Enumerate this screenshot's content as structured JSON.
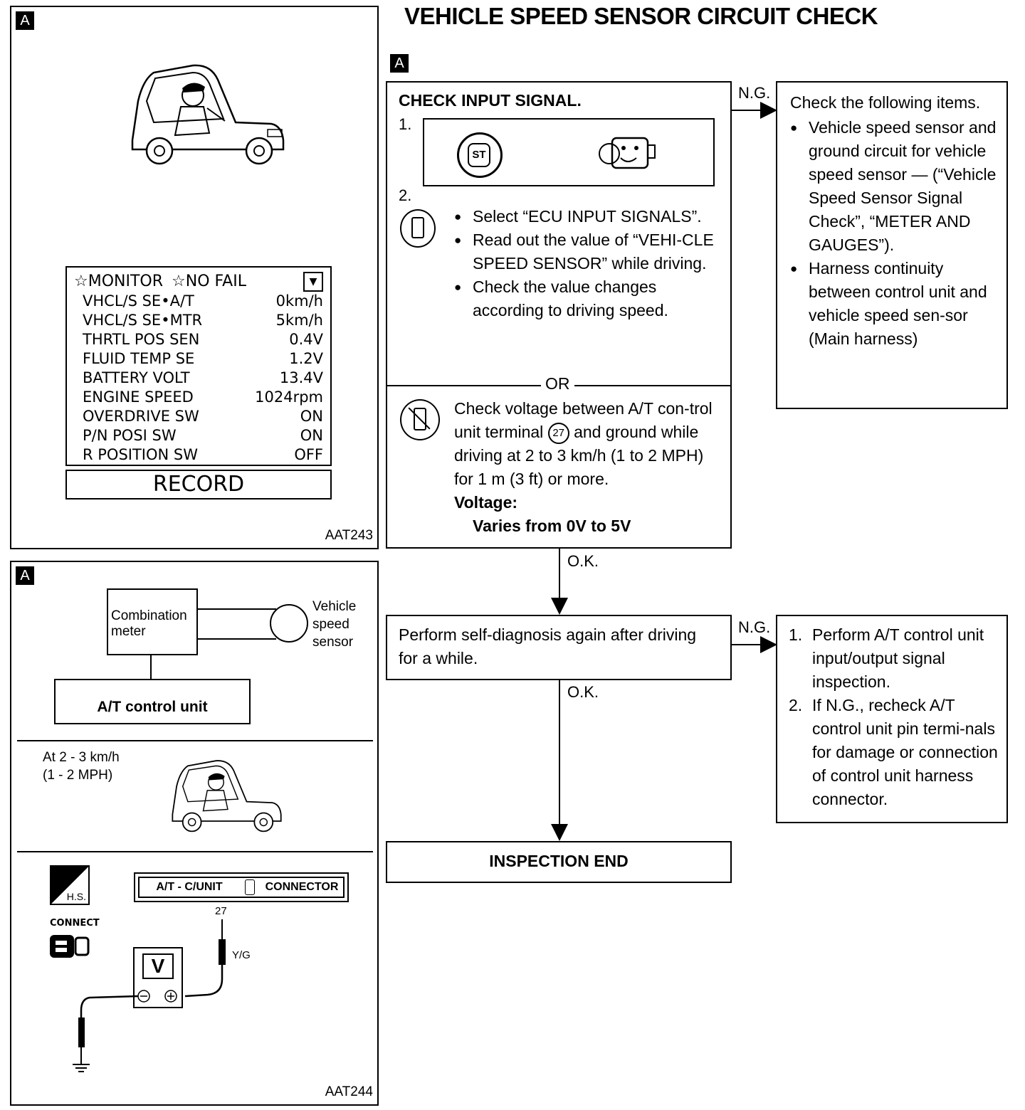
{
  "title": "VEHICLE SPEED SENSOR CIRCUIT CHECK",
  "section_tag": "A",
  "panel1": {
    "tag": "A",
    "code": "AAT243",
    "monitor": {
      "header_monitor": "MONITOR",
      "header_status": "NO FAIL",
      "rows": [
        {
          "label": "VHCL/S SE•A/T",
          "value": "0km/h"
        },
        {
          "label": "VHCL/S SE•MTR",
          "value": "5km/h"
        },
        {
          "label": "THRTL POS SEN",
          "value": "0.4V"
        },
        {
          "label": "FLUID TEMP SE",
          "value": "1.2V"
        },
        {
          "label": "BATTERY VOLT",
          "value": "13.4V"
        },
        {
          "label": "ENGINE SPEED",
          "value": "1024rpm"
        },
        {
          "label": "OVERDRIVE SW",
          "value": "ON"
        },
        {
          "label": "P/N POSI SW",
          "value": "ON"
        },
        {
          "label": "R POSITION SW",
          "value": "OFF"
        }
      ],
      "record_label": "RECORD"
    }
  },
  "panel2": {
    "tag": "A",
    "code": "AAT244",
    "combination_meter_line1": "Combination",
    "combination_meter_line2": "meter",
    "sensor_line1": "Vehicle",
    "sensor_line2": "speed",
    "sensor_line3": "sensor",
    "terminal": "27",
    "control_unit": "A/T control unit",
    "speed_line1": "At 2 - 3 km/h",
    "speed_line2": "(1 - 2 MPH)",
    "hs_icon_text": "H.S.",
    "connect_label": "CONNECT",
    "connector_left": "A/T - C/UNIT",
    "connector_right": "CONNECTOR",
    "probe_terminal": "27",
    "wire_color": "Y/G",
    "meter_symbol": "V"
  },
  "flow": {
    "step1": {
      "heading": "CHECK INPUT SIGNAL.",
      "n1": "1.",
      "n2": "2.",
      "st_icon_text": "ST",
      "bullets": [
        "Select “ECU INPUT SIGNALS”.",
        "Read out the value of “VEHI-CLE SPEED SENSOR” while driving.",
        "Check the value changes according to driving speed."
      ],
      "or_label": "OR",
      "alt_text": "Check voltage between A/T con-trol unit terminal",
      "terminal_number": "27",
      "alt_text2": "and ground while driving at 2 to 3 km/h (1 to 2 MPH) for 1 m (3 ft) or more.",
      "voltage_label": "Voltage:",
      "voltage_value": "Varies from 0V to 5V"
    },
    "ng1": "N.G.",
    "ng1_box": {
      "intro": "Check the following items.",
      "items": [
        "Vehicle speed sensor and ground circuit for vehicle speed sensor — (“Vehicle Speed Sensor Signal Check”, “METER AND GAUGES”).",
        "Harness continuity between control unit and vehicle speed sen-sor (Main harness)"
      ]
    },
    "ok1": "O.K.",
    "step2": "Perform self-diagnosis again after driving for a while.",
    "ng2": "N.G.",
    "ng2_box": {
      "items": [
        {
          "num": "1.",
          "text": "Perform A/T control unit input/output signal inspection."
        },
        {
          "num": "2.",
          "text": "If N.G., recheck A/T control unit pin termi-nals for damage or connection of control unit harness connector."
        }
      ]
    },
    "ok2": "O.K.",
    "end": "INSPECTION END"
  }
}
